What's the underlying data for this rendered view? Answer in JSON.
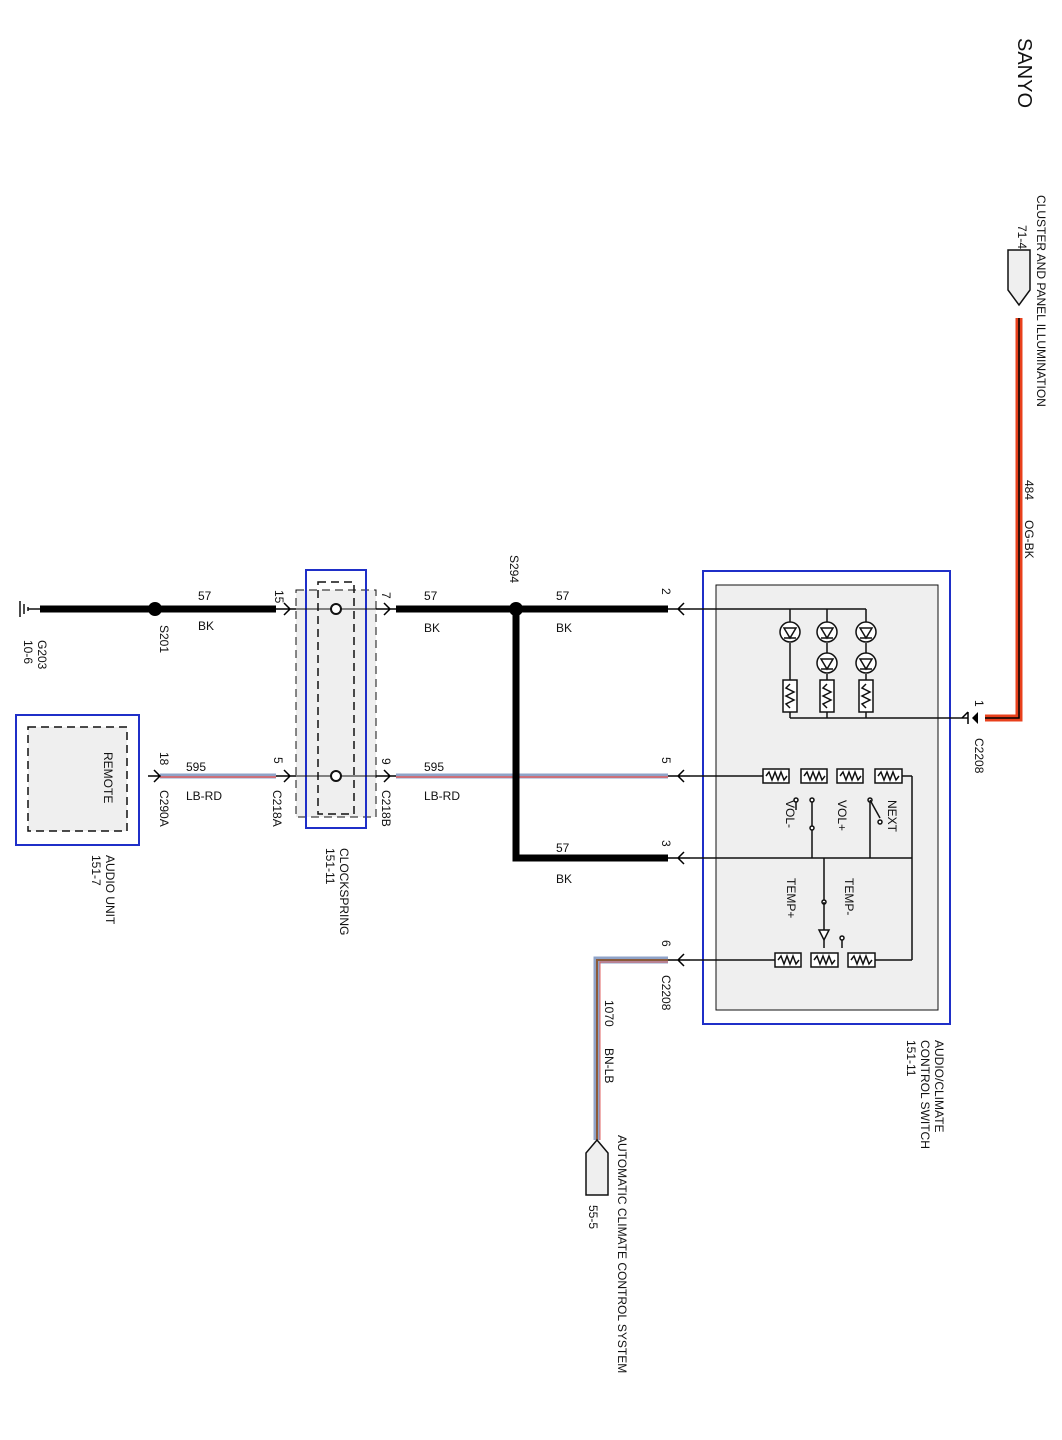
{
  "header": {
    "brand": "SANYO"
  },
  "cluster": {
    "title": "CLUSTER AND PANEL ILLUMINATION",
    "ref": "71-4",
    "circuit": "484",
    "color": "OG-BK"
  },
  "ground": {
    "name": "G203",
    "ref": "10-6"
  },
  "splices": {
    "s201": "S201",
    "s294": "S294"
  },
  "wires": {
    "bk_circuit": "57",
    "bk_color": "BK",
    "lbrd_circuit": "595",
    "lbrd_color": "LB-RD",
    "bnlb_circuit": "1070",
    "bnlb_color": "BN-LB"
  },
  "connectors": {
    "c290a": "C290A",
    "c218a": "C218A",
    "c218b": "C218B",
    "c2208": "C2208",
    "p15": "15",
    "p7": "7",
    "p18": "18",
    "p5": "5",
    "p9": "9",
    "p2": "2",
    "p1": "1",
    "p3": "3",
    "p6": "6"
  },
  "audio_unit": {
    "inner": "REMOTE",
    "title": "AUDIO UNIT",
    "ref": "151-7"
  },
  "clockspring": {
    "title": "CLOCKSPRING",
    "ref": "151-11"
  },
  "control_switch": {
    "title1": "AUDIO/CLIMATE",
    "title2": "CONTROL SWITCH",
    "ref": "151-11",
    "buttons": {
      "vol_minus": "VOL-",
      "vol_plus": "VOL+",
      "next": "NEXT",
      "temp_plus": "TEMP+",
      "temp_minus": "TEMP-"
    }
  },
  "acc": {
    "title": "AUTOMATIC CLIMATE CONTROL SYSTEM",
    "ref": "55-5"
  },
  "colors": {
    "bk": "#000000",
    "og": "#e8401c",
    "lb": "#8fa3c8",
    "rd": "#e06060",
    "bn": "#8a5a3a",
    "frame": "#1f2fc8",
    "fill": "#efefef"
  }
}
